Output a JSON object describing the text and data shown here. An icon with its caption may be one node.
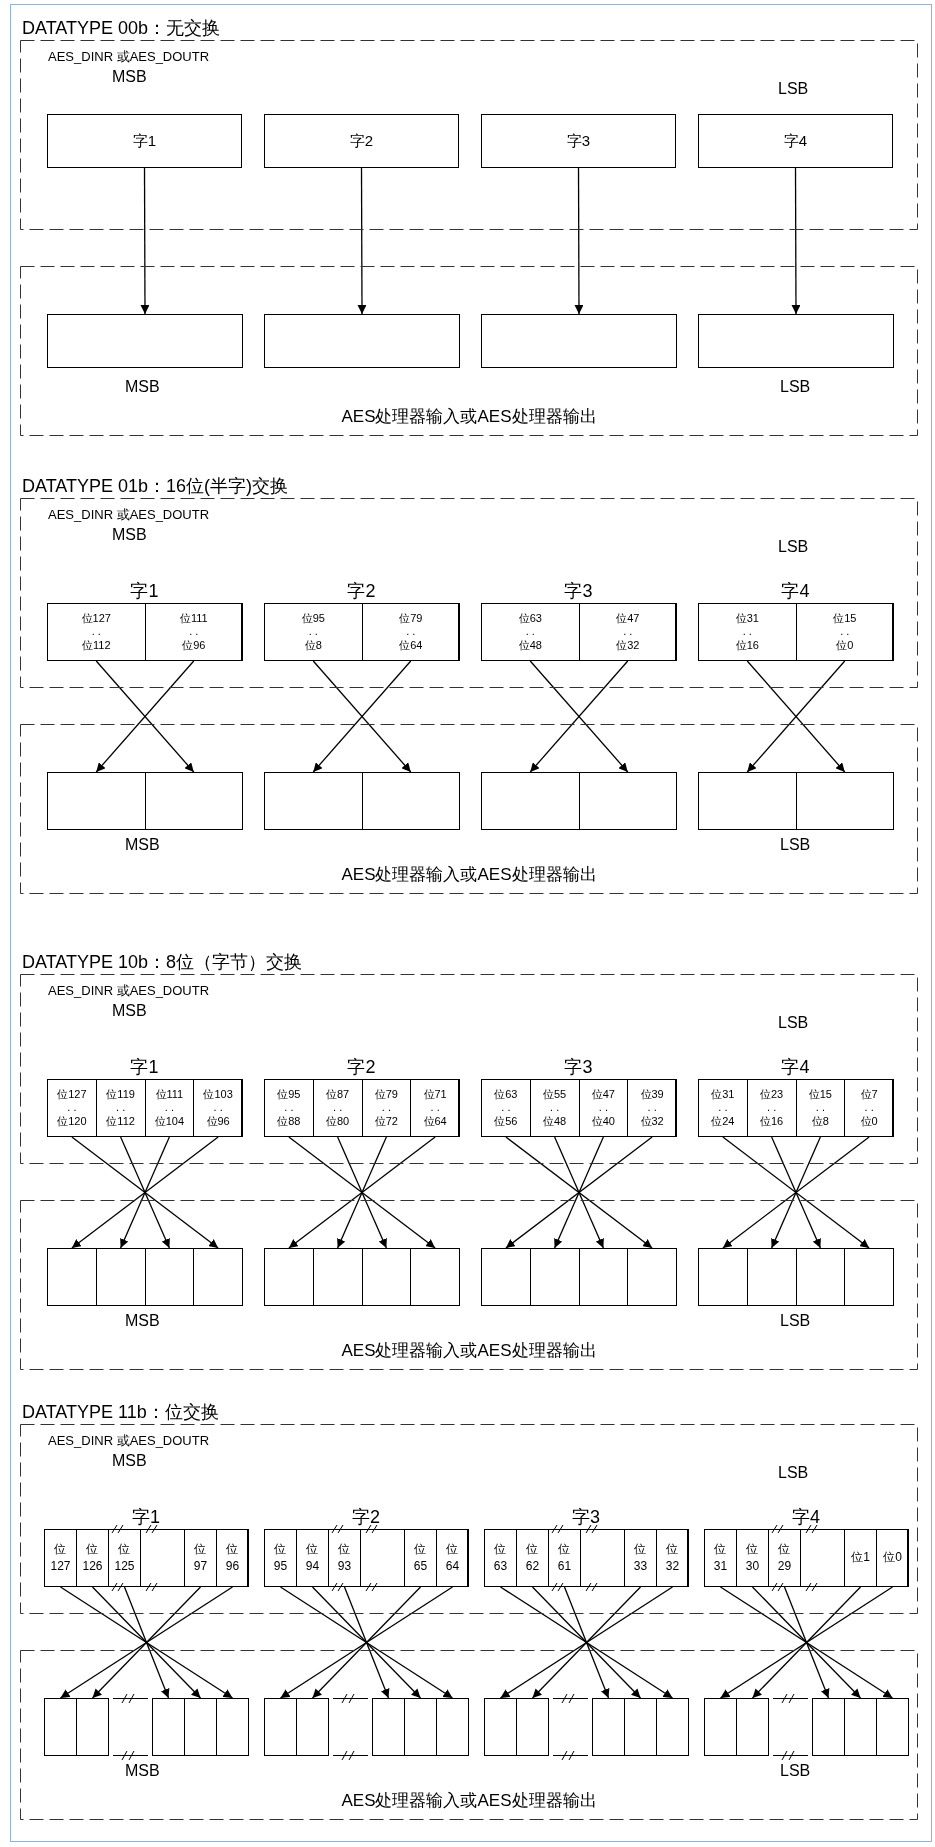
{
  "diagram": {
    "nodes": [
      {
        "text": [
          "AES_DINR 或AES_DOUTR",
          "MSB",
          "LSB"
        ]
      },
      {
        "text": [
          "字1"
        ],
        "in": 0
      },
      {
        "text": [
          "字2"
        ],
        "in": 0
      },
      {
        "text": [
          "字3"
        ],
        "in": 0
      },
      {
        "text": [
          "字4"
        ],
        "in": 0
      },
      {
        "text": [
          "MSB",
          "LSB",
          "AES处理器输入或AES处理器输出"
        ]
      },
      {
        "text": [],
        "shape": "box",
        "in": 5
      },
      {
        "text": [],
        "shape": "box",
        "in": 5
      },
      {
        "text": [],
        "shape": "box",
        "in": 5
      },
      {
        "text": [],
        "shape": "box",
        "in": 5
      },
      {
        "text": [
          "AES_DINR 或AES_DOUTR",
          "MSB",
          "LSB"
        ]
      },
      {
        "text": [
          "字1"
        ],
        "in": 10
      },
      {
        "text": [
          "位127",
          ". .",
          "位112"
        ],
        "in": 11
      },
      {
        "text": [
          "位111",
          ". .",
          "位96"
        ],
        "in": 11
      },
      {
        "text": [
          "字2"
        ],
        "in": 10
      },
      {
        "text": [
          "位95",
          ". .",
          "位8"
        ],
        "in": 14
      },
      {
        "text": [
          "位79",
          ". .",
          "位64"
        ],
        "in": 14
      },
      {
        "text": [
          "字3"
        ],
        "in": 10
      },
      {
        "text": [
          "位63",
          ". .",
          "位48"
        ],
        "in": 17
      },
      {
        "text": [
          "位47",
          ". .",
          "位32"
        ],
        "in": 17
      },
      {
        "text": [
          "字4"
        ],
        "in": 10
      },
      {
        "text": [
          "位31",
          ". .",
          "位16"
        ],
        "in": 20
      },
      {
        "text": [
          "位15",
          ". .",
          "位0"
        ],
        "in": 20
      },
      {
        "text": [
          "MSB",
          "LSB",
          "AES处理器输入或AES处理器输出"
        ]
      },
      {
        "text": [],
        "shape": "box",
        "in": 23
      },
      {
        "text": [],
        "shape": "box",
        "in": 23
      },
      {
        "text": [],
        "shape": "box",
        "in": 23
      },
      {
        "text": [],
        "shape": "box",
        "in": 23
      },
      {
        "text": [],
        "shape": "box",
        "in": 23
      },
      {
        "text": [],
        "shape": "box",
        "in": 23
      },
      {
        "text": [],
        "shape": "box",
        "in": 23
      },
      {
        "text": [],
        "shape": "box",
        "in": 23
      },
      {
        "text": [
          "AES_DINR 或AES_DOUTR",
          "MSB",
          "LSB"
        ]
      },
      {
        "text": [
          "字1"
        ],
        "in": 32
      },
      {
        "text": [
          "位127",
          ". .",
          "位120"
        ],
        "in": 33
      },
      {
        "text": [
          "位119",
          ". .",
          "位112"
        ],
        "in": 33
      },
      {
        "text": [
          "位111",
          ". .",
          "位104"
        ],
        "in": 33
      },
      {
        "text": [
          "位103",
          ". .",
          "位96"
        ],
        "in": 33
      },
      {
        "text": [
          "字2"
        ],
        "in": 32
      },
      {
        "text": [
          "位95",
          ". .",
          "位88"
        ],
        "in": 38
      },
      {
        "text": [
          "位87",
          ". .",
          "位80"
        ],
        "in": 38
      },
      {
        "text": [
          "位79",
          ". .",
          "位72"
        ],
        "in": 38
      },
      {
        "text": [
          "位71",
          ". .",
          "位64"
        ],
        "in": 38
      },
      {
        "text": [
          "字3"
        ],
        "in": 32
      },
      {
        "text": [
          "位63",
          ". .",
          "位56"
        ],
        "in": 43
      },
      {
        "text": [
          "位55",
          ". .",
          "位48"
        ],
        "in": 43
      },
      {
        "text": [
          "位47",
          ". .",
          "位40"
        ],
        "in": 43
      },
      {
        "text": [
          "位39",
          ". .",
          "位32"
        ],
        "in": 43
      },
      {
        "text": [
          "字4"
        ],
        "in": 32
      },
      {
        "text": [
          "位31",
          ". .",
          "位24"
        ],
        "in": 48
      },
      {
        "text": [
          "位23",
          ". .",
          "位16"
        ],
        "in": 48
      },
      {
        "text": [
          "位15",
          ". .",
          "位8"
        ],
        "in": 48
      },
      {
        "text": [
          "位7",
          ". .",
          "位0"
        ],
        "in": 48
      },
      {
        "text": [
          "MSB",
          "LSB",
          "AES处理器输入或AES处理器输出"
        ]
      },
      {
        "text": [],
        "shape": "box",
        "in": 53
      },
      {
        "text": [],
        "shape": "box",
        "in": 53
      },
      {
        "text": [],
        "shape": "box",
        "in": 53
      },
      {
        "text": [],
        "shape": "box",
        "in": 53
      },
      {
        "text": [],
        "shape": "box",
        "in": 53
      },
      {
        "text": [],
        "shape": "box",
        "in": 53
      },
      {
        "text": [],
        "shape": "box",
        "in": 53
      },
      {
        "text": [],
        "shape": "box",
        "in": 53
      },
      {
        "text": [],
        "shape": "box",
        "in": 53
      },
      {
        "text": [],
        "shape": "box",
        "in": 53
      },
      {
        "text": [],
        "shape": "box",
        "in": 53
      },
      {
        "text": [],
        "shape": "box",
        "in": 53
      },
      {
        "text": [],
        "shape": "box",
        "in": 53
      },
      {
        "text": [],
        "shape": "box",
        "in": 53
      },
      {
        "text": [],
        "shape": "box",
        "in": 53
      },
      {
        "text": [],
        "shape": "box",
        "in": 53
      },
      {
        "text": [
          "AES_DINR 或AES_DOUTR",
          "MSB",
          "LSB"
        ]
      },
      {
        "text": [
          "字1"
        ],
        "in": 70
      },
      {
        "text": [
          "位127"
        ],
        "in": 71
      },
      {
        "text": [
          "位126"
        ],
        "in": 71
      },
      {
        "text": [
          "位125"
        ],
        "in": 71
      },
      {
        "text": [
          "位97"
        ],
        "in": 71
      },
      {
        "text": [
          "位96"
        ],
        "in": 71
      },
      {
        "text": [
          "字2"
        ],
        "in": 70
      },
      {
        "text": [
          "位95"
        ],
        "in": 77
      },
      {
        "text": [
          "位94"
        ],
        "in": 77
      },
      {
        "text": [
          "位93"
        ],
        "in": 77
      },
      {
        "text": [
          "位65"
        ],
        "in": 77
      },
      {
        "text": [
          "位64"
        ],
        "in": 77
      },
      {
        "text": [
          "字3"
        ],
        "in": 70
      },
      {
        "text": [
          "位63"
        ],
        "in": 83
      },
      {
        "text": [
          "位62"
        ],
        "in": 83
      },
      {
        "text": [
          "位61"
        ],
        "in": 83
      },
      {
        "text": [
          "位33"
        ],
        "in": 83
      },
      {
        "text": [
          "位32"
        ],
        "in": 83
      },
      {
        "text": [
          "字4"
        ],
        "in": 70
      },
      {
        "text": [
          "位31"
        ],
        "in": 89
      },
      {
        "text": [
          "位30"
        ],
        "in": 89
      },
      {
        "text": [
          "位29"
        ],
        "in": 89
      },
      {
        "text": [
          "位1"
        ],
        "in": 89
      },
      {
        "text": [
          "位0"
        ],
        "in": 89
      },
      {
        "text": [
          "MSB",
          "LSB",
          "AES处理器输入或AES处理器输出"
        ]
      },
      {
        "text": [],
        "shape": "box",
        "in": 95
      },
      {
        "text": [],
        "shape": "box",
        "in": 95
      },
      {
        "text": [],
        "shape": "box",
        "in": 95
      },
      {
        "text": [],
        "shape": "box",
        "in": 95
      },
      {
        "text": [],
        "shape": "box",
        "in": 95
      },
      {
        "text": [],
        "shape": "box",
        "in": 95
      },
      {
        "text": [],
        "shape": "box",
        "in": 95
      },
      {
        "text": [],
        "shape": "box",
        "in": 95
      },
      {
        "text": [],
        "shape": "box",
        "in": 95
      },
      {
        "text": [],
        "shape": "box",
        "in": 95
      },
      {
        "text": [],
        "shape": "box",
        "in": 95
      },
      {
        "text": [],
        "shape": "box",
        "in": 95
      },
      {
        "text": [],
        "shape": "box",
        "in": 95
      },
      {
        "text": [],
        "shape": "box",
        "in": 95
      },
      {
        "text": [],
        "shape": "box",
        "in": 95
      },
      {
        "text": [],
        "shape": "box",
        "in": 95
      },
      {
        "text": [],
        "shape": "box",
        "in": 95
      },
      {
        "text": [],
        "shape": "box",
        "in": 95
      },
      {
        "text": [],
        "shape": "box",
        "in": 95
      },
      {
        "text": [],
        "shape": "box",
        "in": 95
      }
    ],
    "edges": [
      {
        "from": 1,
        "to": 6,
        "arrow": "to"
      },
      {
        "from": 2,
        "to": 7,
        "arrow": "to"
      },
      {
        "from": 3,
        "to": 8,
        "arrow": "to"
      },
      {
        "from": 4,
        "to": 9,
        "arrow": "to"
      },
      {
        "from": 12,
        "to": 25,
        "arrow": "to"
      },
      {
        "from": 13,
        "to": 24,
        "arrow": "to"
      },
      {
        "from": 15,
        "to": 27,
        "arrow": "to"
      },
      {
        "from": 16,
        "to": 26,
        "arrow": "to"
      },
      {
        "from": 18,
        "to": 29,
        "arrow": "to"
      },
      {
        "from": 19,
        "to": 28,
        "arrow": "to"
      },
      {
        "from": 21,
        "to": 31,
        "arrow": "to"
      },
      {
        "from": 22,
        "to": 30,
        "arrow": "to"
      },
      {
        "from": 34,
        "to": 57,
        "arrow": "to"
      },
      {
        "from": 35,
        "to": 56,
        "arrow": "to"
      },
      {
        "from": 36,
        "to": 55,
        "arrow": "to"
      },
      {
        "from": 37,
        "to": 54,
        "arrow": "to"
      },
      {
        "from": 39,
        "to": 61,
        "arrow": "to"
      },
      {
        "from": 40,
        "to": 60,
        "arrow": "to"
      },
      {
        "from": 41,
        "to": 59,
        "arrow": "to"
      },
      {
        "from": 42,
        "to": 58,
        "arrow": "to"
      },
      {
        "from": 44,
        "to": 65,
        "arrow": "to"
      },
      {
        "from": 45,
        "to": 64,
        "arrow": "to"
      },
      {
        "from": 46,
        "to": 63,
        "arrow": "to"
      },
      {
        "from": 47,
        "to": 62,
        "arrow": "to"
      },
      {
        "from": 49,
        "to": 69,
        "arrow": "to"
      },
      {
        "from": 50,
        "to": 68,
        "arrow": "to"
      },
      {
        "from": 51,
        "to": 67,
        "arrow": "to"
      },
      {
        "from": 52,
        "to": 66,
        "arrow": "to"
      },
      {
        "from": 72,
        "to": 100,
        "arrow": "to"
      },
      {
        "from": 73,
        "to": 99,
        "arrow": "to"
      },
      {
        "from": 74,
        "to": 98,
        "arrow": "to"
      },
      {
        "from": 75,
        "to": 97,
        "arrow": "to"
      },
      {
        "from": 76,
        "to": 96,
        "arrow": "to"
      },
      {
        "from": 78,
        "to": 105,
        "arrow": "to"
      },
      {
        "from": 79,
        "to": 104,
        "arrow": "to"
      },
      {
        "from": 80,
        "to": 103,
        "arrow": "to"
      },
      {
        "from": 81,
        "to": 102,
        "arrow": "to"
      },
      {
        "from": 82,
        "to": 101,
        "arrow": "to"
      },
      {
        "from": 84,
        "to": 110,
        "arrow": "to"
      },
      {
        "from": 85,
        "to": 109,
        "arrow": "to"
      },
      {
        "from": 86,
        "to": 108,
        "arrow": "to"
      },
      {
        "from": 87,
        "to": 107,
        "arrow": "to"
      },
      {
        "from": 88,
        "to": 106,
        "arrow": "to"
      },
      {
        "from": 90,
        "to": 115,
        "arrow": "to"
      },
      {
        "from": 91,
        "to": 114,
        "arrow": "to"
      },
      {
        "from": 92,
        "to": 113,
        "arrow": "to"
      },
      {
        "from": 93,
        "to": 112,
        "arrow": "to"
      },
      {
        "from": 94,
        "to": 111,
        "arrow": "to"
      }
    ],
    "labels": [
      "DATATYPE 00b：无交换",
      "DATATYPE 01b：16位(半字)交换",
      "DATATYPE 10b：8位（字节）交换",
      "DATATYPE 11b：位交换"
    ]
  }
}
